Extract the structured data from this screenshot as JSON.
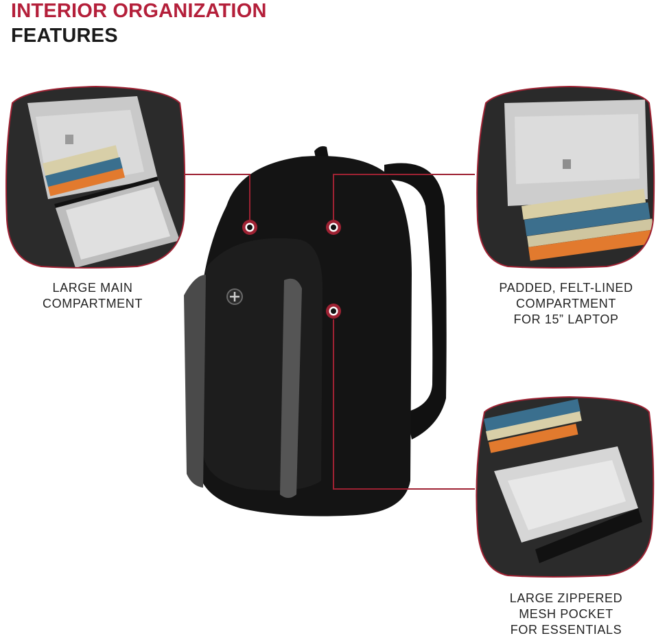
{
  "heading": {
    "line1": "INTERIOR ORGANIZATION",
    "line2": "FEATURES"
  },
  "callouts": [
    {
      "lines": [
        "LARGE MAIN",
        "COMPARTMENT"
      ]
    },
    {
      "lines": [
        "PADDED, FELT-LINED",
        "COMPARTMENT",
        "FOR 15” LAPTOP"
      ]
    },
    {
      "lines": [
        "LARGE ZIPPERED",
        "MESH POCKET",
        "FOR ESSENTIALS"
      ]
    }
  ],
  "colors": {
    "accent": "#b41f3a",
    "callout_line": "#9e2233",
    "backpack": "#141414"
  }
}
